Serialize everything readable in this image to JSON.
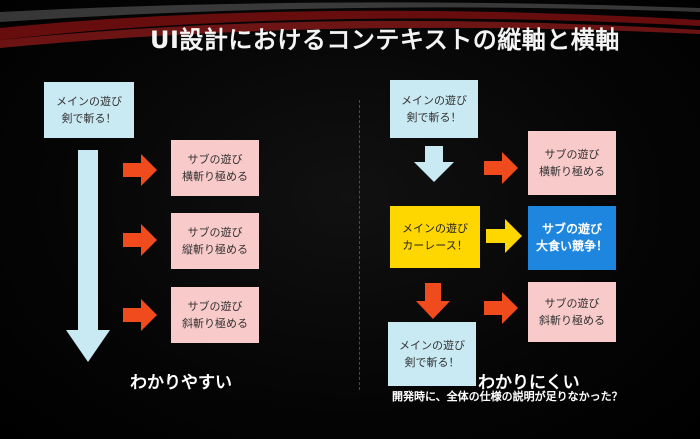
{
  "title": "UI設計におけるコンテキストの縦軸と横軸",
  "left": {
    "main": [
      "メインの遊び",
      "剣で斬る！"
    ],
    "subs": [
      [
        "サブの遊び",
        "横斬り極める"
      ],
      [
        "サブの遊び",
        "縦斬り極める"
      ],
      [
        "サブの遊び",
        "斜斬り極める"
      ]
    ],
    "caption": "わかりやすい"
  },
  "right": {
    "main_top": [
      "メインの遊び",
      "剣で斬る！"
    ],
    "sub_top": [
      "サブの遊び",
      "横斬り極める"
    ],
    "main_mid": [
      "メインの遊び",
      "カーレース！"
    ],
    "sub_mid": [
      "サブの遊び",
      "大食い競争！"
    ],
    "sub_bottom": [
      "サブの遊び",
      "斜斬り極める"
    ],
    "main_bottom": [
      "メインの遊び",
      "剣で斬る！"
    ],
    "caption": "わかりにくい",
    "subcaption": "開発時に、全体の仕様の説明が足りなかった？"
  },
  "colors": {
    "light_blue": "#c9e9f3",
    "pink": "#f8caca",
    "orange_arrow": "#ef4b1c",
    "yellow": "#ffd700",
    "strong_blue": "#1f86df"
  }
}
